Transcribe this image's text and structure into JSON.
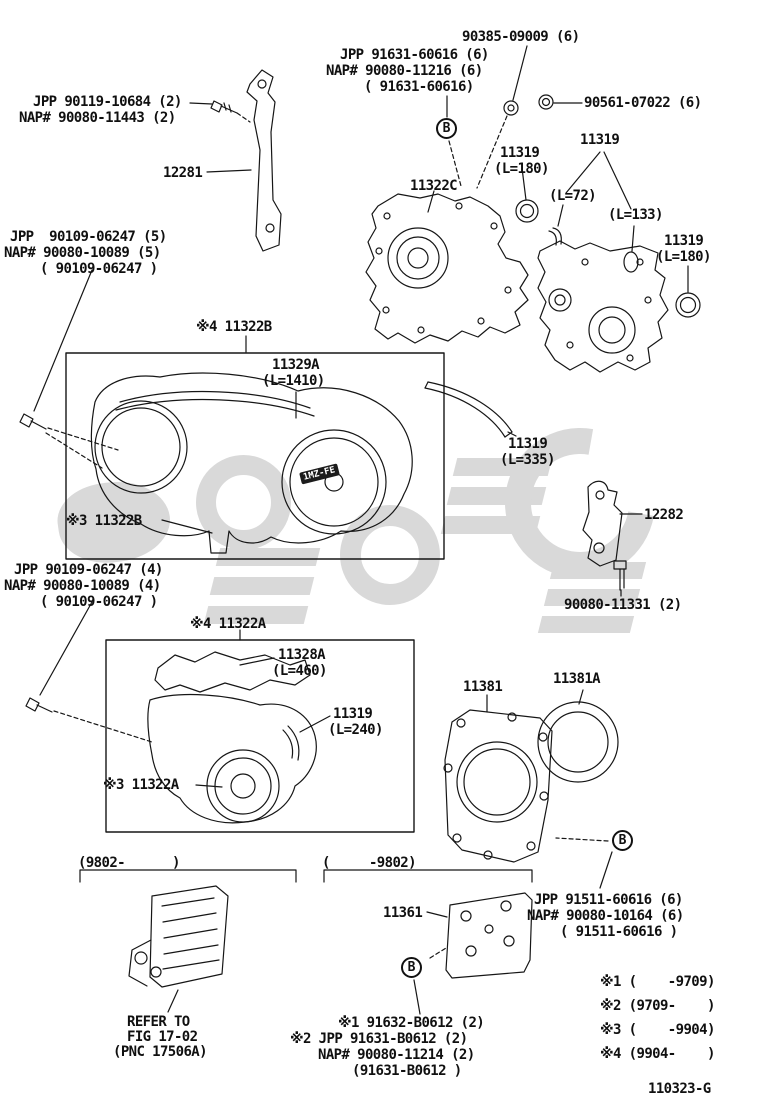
{
  "page": {
    "doc_number": "110323-G"
  },
  "markers": {
    "b": "B"
  },
  "cover_badge": "1MZ-FE",
  "callouts": {
    "nut_top": "90385-09009 (6)",
    "jpp_top_line1": "JPP 91631-60616 (6)",
    "jpp_top_line2": "NAP# 90080-11216 (6)",
    "jpp_top_line3": "( 91631-60616)",
    "seal_top_right": "90561-07022 (6)",
    "jpp_left_line1": "JPP 90119-10684 (2)",
    "jpp_left_line2": "NAP# 90080-11443 (2)",
    "part_12281": "12281",
    "part_11322C": "11322C",
    "seal_a_num": "11319",
    "seal_a_len": "(L=180)",
    "seal_b_num": "11319",
    "seal_b_len1": "(L=72)",
    "seal_b_len2": "(L=133)",
    "seal_c_num": "11319",
    "seal_c_len": "(L=180)",
    "jpp_mid5_line1": "JPP  90109-06247 (5)",
    "jpp_mid5_line2": "NAP# 90080-10089 (5)",
    "jpp_mid5_line3": "( 90109-06247 )",
    "box1_title": "※4 11322B",
    "belt_num": "11329A",
    "belt_len": "(L=1410)",
    "box1_sub": "※3 11322B",
    "seal_d_num": "11319",
    "seal_d_len": "(L=335)",
    "part_12282": "12282",
    "bolt_11331": "90080-11331 (2)",
    "jpp_mid4_line1": "JPP 90109-06247 (4)",
    "jpp_mid4_line2": "NAP# 90080-10089 (4)",
    "jpp_mid4_line3": "( 90109-06247 )",
    "box2_title": "※4 11322A",
    "part_11328A": "11328A",
    "part_11328A_len": "(L=460)",
    "seal_e_num": "11319",
    "seal_e_len": "(L=240)",
    "box2_sub": "※3 11322A",
    "part_11381": "11381",
    "part_11381A": "11381A",
    "range_left": "(9802-      )",
    "range_right": "(     -9802)",
    "part_11361": "11361",
    "jpp_br_line1": "JPP 91511-60616 (6)",
    "jpp_br_line2": "NAP# 90080-10164 (6)",
    "jpp_br_line3": "( 91511-60616 )",
    "refer_line1": "REFER TO",
    "refer_line2": "FIG 17-02",
    "refer_line3": "(PNC 17506A)",
    "note_line1": "※1 91632-B0612 (2)",
    "note_line2": "※2 JPP 91631-B0612 (2)",
    "note_line3": "NAP# 90080-11214 (2)",
    "note_line4": "(91631-B0612 )",
    "fn1": "※1 (    -9709)",
    "fn2": "※2 (9709-    )",
    "fn3": "※3 (    -9904)",
    "fn4": "※4 (9904-    )"
  }
}
